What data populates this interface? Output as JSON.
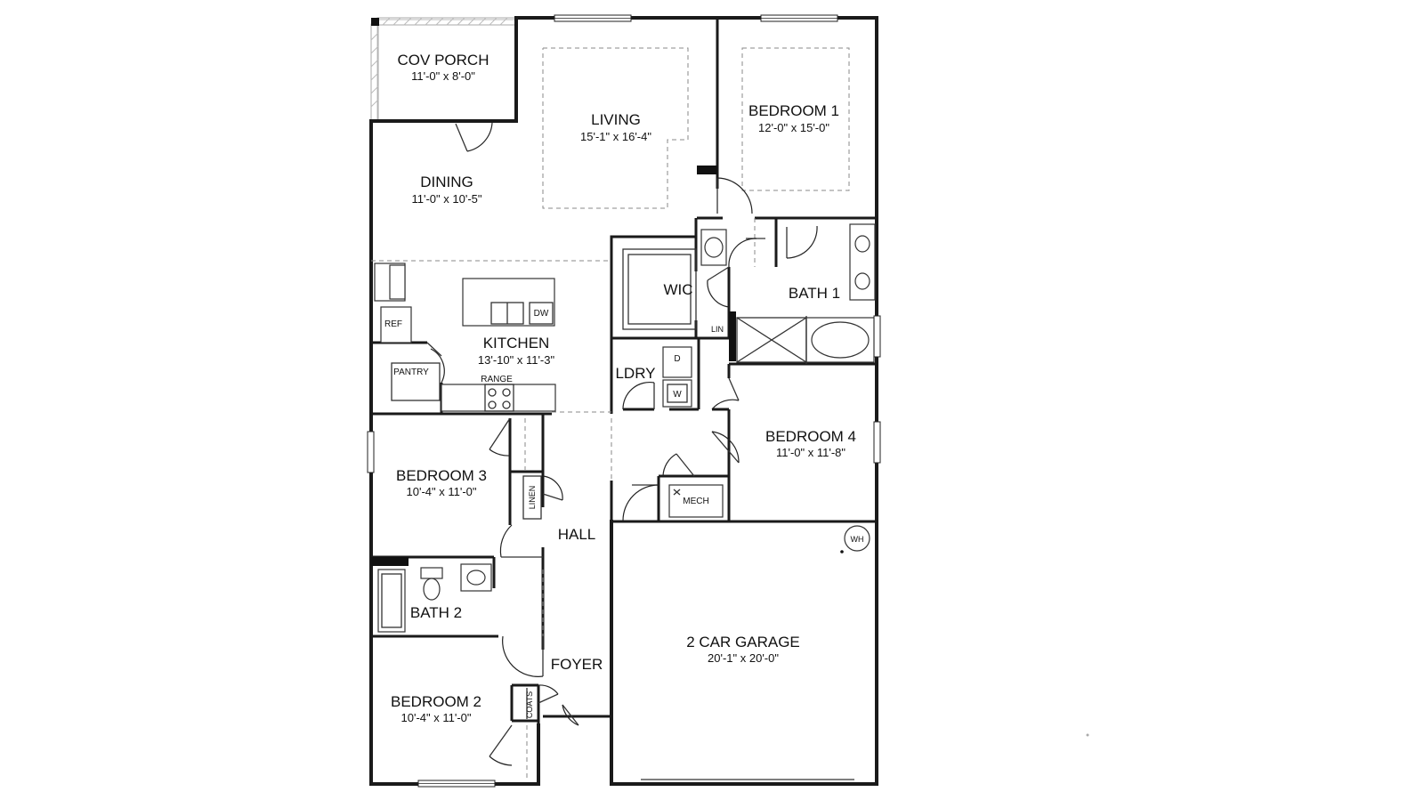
{
  "rooms": {
    "cov_porch": {
      "name": "COV PORCH",
      "dims": "11'-0\" x 8'-0\""
    },
    "living": {
      "name": "LIVING",
      "dims": "15'-1\" x 16'-4\""
    },
    "bedroom1": {
      "name": "BEDROOM 1",
      "dims": "12'-0\" x 15'-0\""
    },
    "dining": {
      "name": "DINING",
      "dims": "11'-0\" x 10'-5\""
    },
    "wic": {
      "name": "WIC"
    },
    "bath1": {
      "name": "BATH 1"
    },
    "kitchen": {
      "name": "KITCHEN",
      "dims": "13'-10\" x 11'-3\""
    },
    "ldry": {
      "name": "LDRY"
    },
    "bedroom4": {
      "name": "BEDROOM 4",
      "dims": "11'-0\" x 11'-8\""
    },
    "bedroom3": {
      "name": "BEDROOM 3",
      "dims": "10'-4\" x 11'-0\""
    },
    "hall": {
      "name": "HALL"
    },
    "bath2": {
      "name": "BATH 2"
    },
    "garage": {
      "name": "2 CAR GARAGE",
      "dims": "20'-1\" x 20'-0\""
    },
    "foyer": {
      "name": "FOYER"
    },
    "bedroom2": {
      "name": "BEDROOM 2",
      "dims": "10'-4\" x 11'-0\""
    }
  },
  "fixtures": {
    "ref": "REF",
    "dw": "DW",
    "pantry": "PANTRY",
    "range": "RANGE",
    "dryer": "D",
    "washer": "W",
    "lin": "LIN",
    "linen": "LINEN",
    "mech": "MECH",
    "wh": "WH",
    "coats": "COATS"
  }
}
